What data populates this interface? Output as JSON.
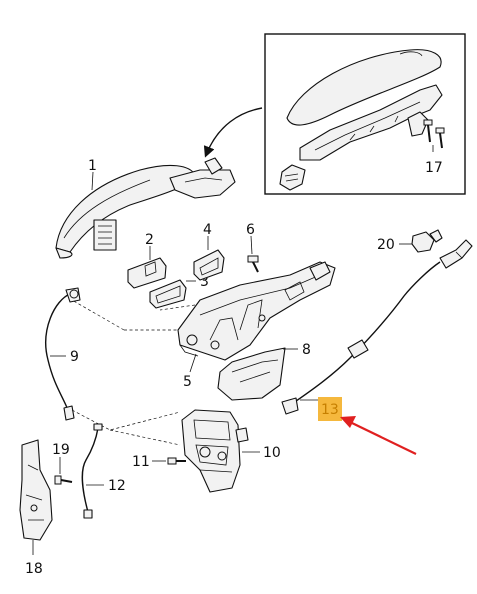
{
  "labels": {
    "l1": "1",
    "l2": "2",
    "l3": "3",
    "l4": "4",
    "l5": "5",
    "l6": "6",
    "l8": "8",
    "l9": "9",
    "l10": "10",
    "l11": "11",
    "l12": "12",
    "l13": "13",
    "l17": "17",
    "l18": "18",
    "l19": "19",
    "l20": "20"
  },
  "colors": {
    "highlight": "#f5b83d",
    "arrow": "#e02020",
    "line": "#111111",
    "part_fill": "#f2f2f2"
  },
  "icons": {
    "pointer": "red-arrow-icon",
    "inset_arrow": "curved-arrow-icon"
  }
}
